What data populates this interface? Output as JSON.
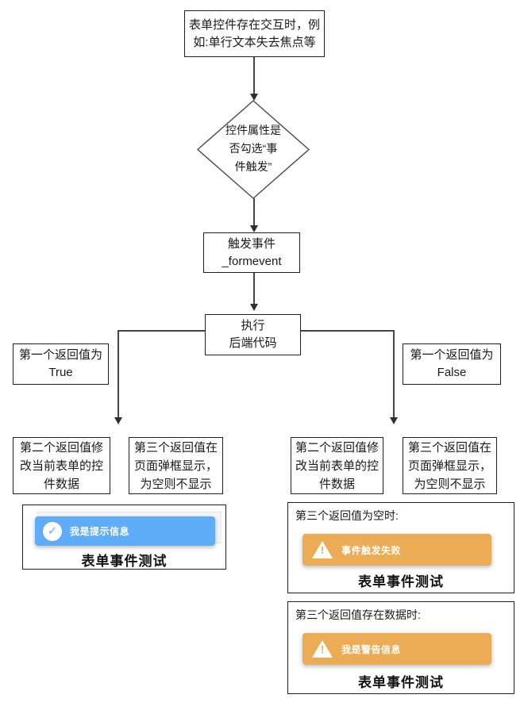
{
  "flow": {
    "trigger": {
      "line1": "表单控件存在交互时，例",
      "line2": "如:单行文本失去焦点等"
    },
    "decision": {
      "line1": "控件属性是",
      "line2": "否勾选“事",
      "line3": "件触发”"
    },
    "formevent": {
      "line1": "触发事件",
      "line2": "_formevent"
    },
    "execute": {
      "line1": "执行",
      "line2": "后端代码"
    },
    "true_branch": {
      "line1": "第一个返回值为",
      "line2": "True"
    },
    "false_branch": {
      "line1": "第一个返回值为",
      "line2": "False"
    },
    "second_return_text": "第二个返回值修改当前表单的控件数据",
    "third_return_text": "第三个返回值在页面弹框显示，为空则不显示"
  },
  "examples": {
    "success": {
      "toast_text": "我是提示信息",
      "caption": "表单事件测试",
      "icon": "check-circle-icon"
    },
    "empty_case": {
      "label": "第三个返回值为空时:",
      "toast_text": "事件触发失败",
      "caption": "表单事件测试",
      "icon": "warning-triangle-icon"
    },
    "data_case": {
      "label": "第三个返回值存在数据时:",
      "toast_text": "我是警告信息",
      "caption": "表单事件测试",
      "icon": "warning-triangle-icon"
    }
  },
  "colors": {
    "info_blue": "#5fadf8",
    "warning_orange": "#ecab55",
    "line": "#454545",
    "box_border": "#1f1f1f"
  }
}
